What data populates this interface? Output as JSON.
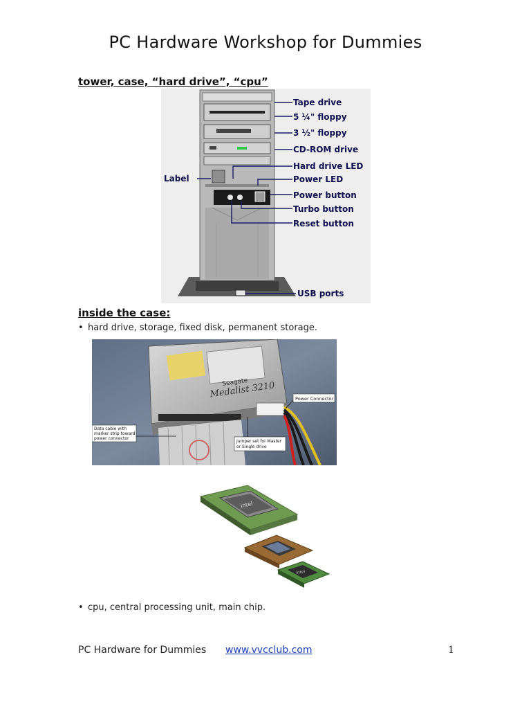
{
  "document": {
    "title": "PC Hardware Workshop for Dummies"
  },
  "section1": {
    "heading": "tower, case, “hard drive”, “cpu”",
    "tower_labels": {
      "tape_drive": "Tape drive",
      "floppy_525": "5 ¼\" floppy",
      "floppy_35": "3 ½\" floppy",
      "cdrom": "CD-ROM drive",
      "hd_led": "Hard drive LED",
      "power_led": "Power LED",
      "power_button": "Power button",
      "turbo_button": "Turbo button",
      "reset_button": "Reset button",
      "usb_ports": "USB ports",
      "label": "Label"
    }
  },
  "section2": {
    "heading": "inside the case:",
    "bullet1": "hard drive, storage, fixed disk, permanent storage.",
    "hdd_labels": {
      "power_connector": "Power Connector",
      "data_cable_1": "Data cable with",
      "data_cable_2": "marker strip toward",
      "data_cable_3": "power connector",
      "jumper_1": "Jumper set for Master",
      "jumper_2": "or Single drive",
      "brand": "Seagate",
      "model": "Medalist 3210"
    },
    "bullet2": "cpu, central processing unit, main chip."
  },
  "footer": {
    "left": "PC Hardware for Dummies",
    "link": "www.vvcclub.com",
    "page_number": "1"
  }
}
